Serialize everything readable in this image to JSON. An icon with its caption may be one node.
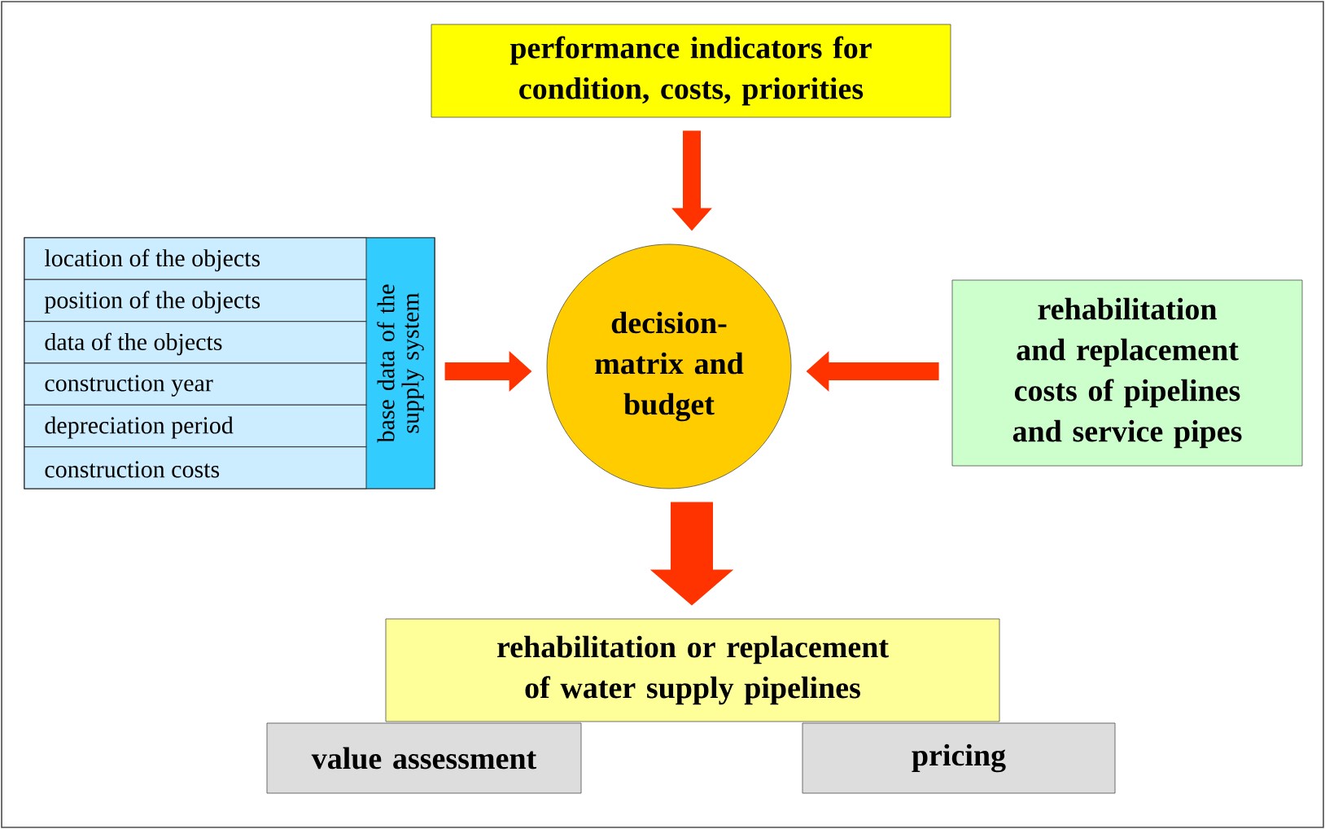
{
  "diagram": {
    "nodes": [
      {
        "text": [
          "performance indicators for condition, costs, priorities"
        ]
      },
      {
        "text": [
          "base data of the supply system"
        ]
      },
      {
        "text": [
          "location of the objects"
        ],
        "in": 1
      },
      {
        "text": [
          "position of the objects"
        ],
        "in": 1
      },
      {
        "text": [
          "data of the objects"
        ],
        "in": 1
      },
      {
        "text": [
          "construction year"
        ],
        "in": 1
      },
      {
        "text": [
          "depreciation period"
        ],
        "in": 1
      },
      {
        "text": [
          "construction costs"
        ],
        "in": 1
      },
      {
        "text": [
          "decision-matrix and budget"
        ]
      },
      {
        "text": [
          "rehabilitation and replacement costs of pipelines and service pipes"
        ]
      },
      {
        "text": [
          "rehabilitation or replacement of water supply pipelines"
        ]
      },
      {
        "text": [
          "value assessment"
        ]
      },
      {
        "text": [
          "pricing"
        ]
      }
    ],
    "edges": [
      {
        "from": 0,
        "to": 8,
        "arrow": "to"
      },
      {
        "from": 1,
        "to": 8,
        "arrow": "to"
      },
      {
        "from": 9,
        "to": 8,
        "arrow": "to"
      },
      {
        "from": 8,
        "to": 10,
        "arrow": "to",
        "style": "thick"
      }
    ]
  }
}
